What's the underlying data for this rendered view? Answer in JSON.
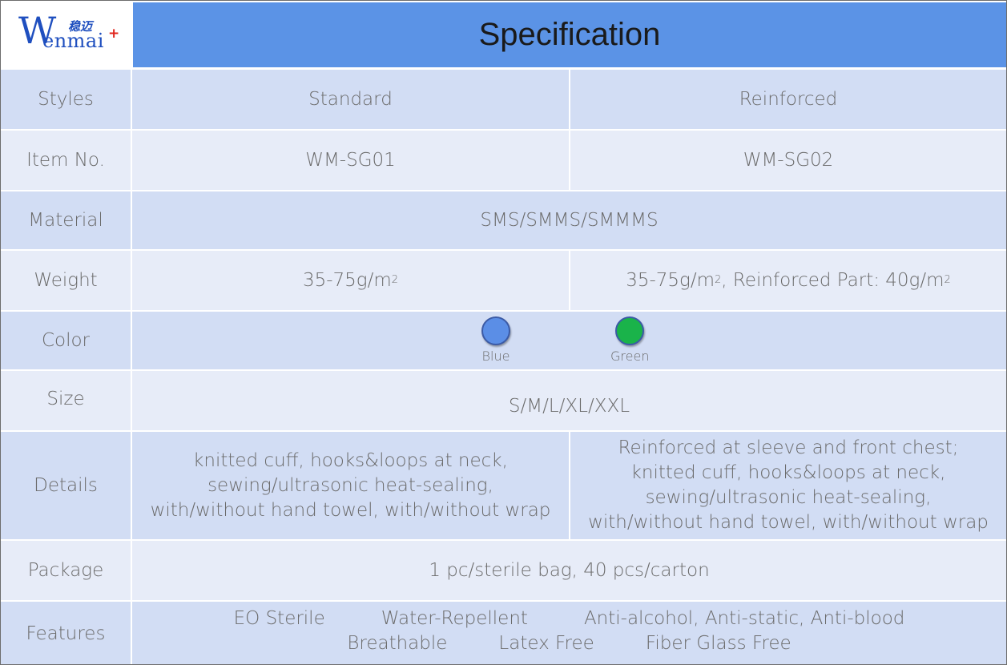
{
  "logo": {
    "w": "W",
    "rest": "enmai",
    "cn": "稳迈",
    "plus": "+"
  },
  "title": "Specification",
  "rows": {
    "styles": {
      "label": "Styles",
      "standard": "Standard",
      "reinforced": "Reinforced"
    },
    "item_no": {
      "label": "Item No.",
      "standard": "WM-SG01",
      "reinforced": "WM-SG02"
    },
    "material": {
      "label": "Material",
      "value": "SMS/SMMS/SMMMS"
    },
    "weight": {
      "label": "Weight",
      "standard": "35-75g/m",
      "reinforced_a": "35-75g/m",
      "reinforced_b": ", Reinforced Part: 40g/m",
      "sup": "2"
    },
    "color": {
      "label": "Color",
      "swatches": [
        {
          "name": "Blue",
          "hex": "#5b8ee6"
        },
        {
          "name": "Green",
          "hex": "#1ab34a"
        }
      ]
    },
    "size": {
      "label": "Size",
      "value": "S/M/L/XL/XXL"
    },
    "details": {
      "label": "Details",
      "standard": [
        "knitted cuff, hooks&loops at neck,",
        "sewing/ultrasonic heat-sealing,",
        "with/without hand towel, with/without wrap"
      ],
      "reinforced": [
        "Reinforced at sleeve and front chest;",
        "knitted cuff, hooks&loops at neck,",
        "sewing/ultrasonic heat-sealing,",
        "with/without hand towel, with/without wrap"
      ]
    },
    "package": {
      "label": "Package",
      "value": "1 pc/sterile bag, 40 pcs/carton"
    },
    "features": {
      "label": "Features",
      "line1": [
        "EO Sterile",
        "Water-Repellent",
        "Anti-alcohol, Anti-static, Anti-blood"
      ],
      "line2": [
        "Breathable",
        "Latex Free",
        "Fiber Glass Free"
      ]
    }
  }
}
